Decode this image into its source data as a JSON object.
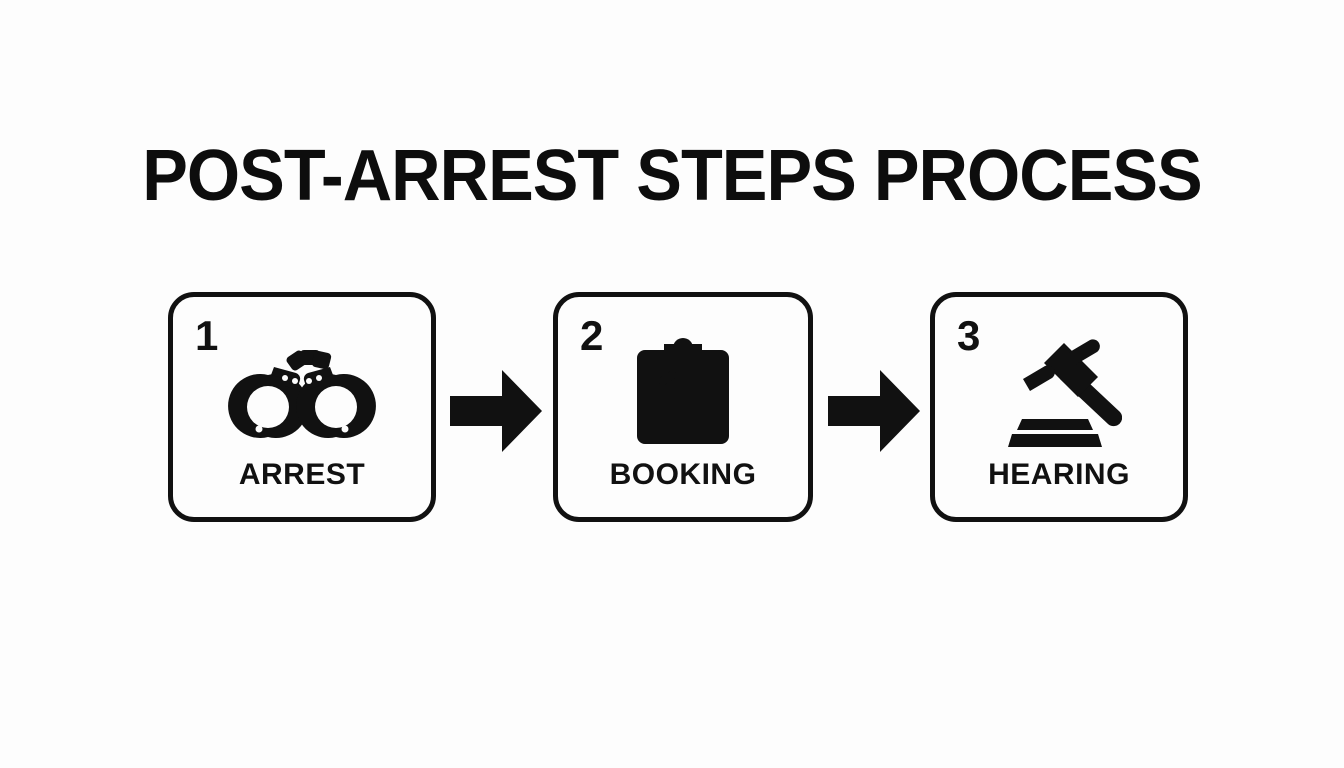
{
  "page": {
    "title": "POST-ARREST STEPS PROCESS",
    "background_color": "#fdfdfd",
    "ink_color": "#111111"
  },
  "steps": [
    {
      "number": "1",
      "label": "ARREST",
      "icon": "handcuffs-icon"
    },
    {
      "number": "2",
      "label": "BOOKING",
      "icon": "clipboard-icon"
    },
    {
      "number": "3",
      "label": "HEARING",
      "icon": "gavel-icon"
    }
  ],
  "connectors": [
    {
      "icon": "arrow-right-icon"
    },
    {
      "icon": "arrow-right-icon"
    }
  ]
}
